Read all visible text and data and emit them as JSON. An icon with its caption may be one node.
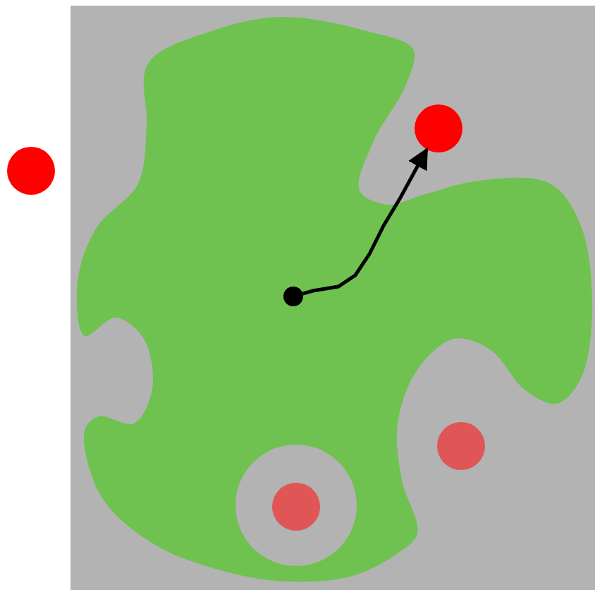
{
  "diagram": {
    "nodes": [
      {
        "text": [],
        "shape": "circle"
      },
      {
        "text": [],
        "shape": "circle"
      },
      {
        "text": [],
        "shape": "circle"
      },
      {
        "text": [],
        "shape": "circle"
      },
      {
        "text": [],
        "shape": "circle"
      }
    ],
    "edges": [
      {
        "from": 2,
        "to": 1,
        "arrow": "to"
      }
    ]
  }
}
